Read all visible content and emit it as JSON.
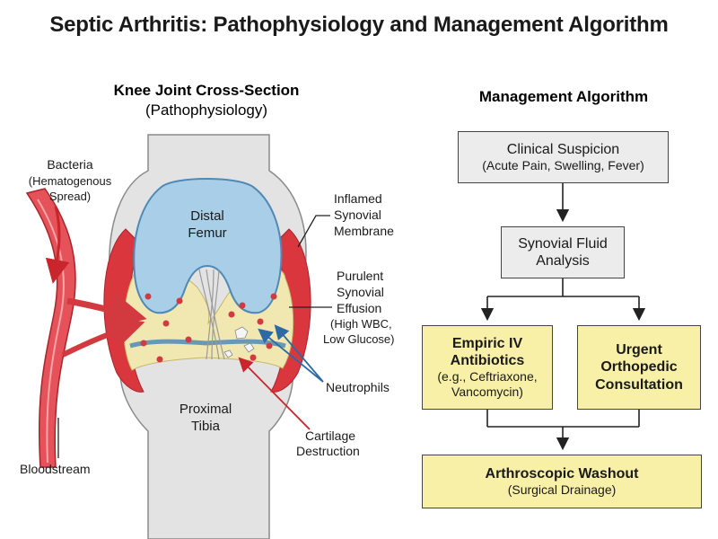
{
  "title": "Septic Arthritis: Pathophysiology and Management Algorithm",
  "left_panel": {
    "heading": "Knee Joint Cross-Section",
    "subheading": "(Pathophysiology)",
    "bones": {
      "femur_line1": "Distal",
      "femur_line2": "Femur",
      "tibia_line1": "Proximal",
      "tibia_line2": "Tibia"
    },
    "labels": {
      "bacteria_1": "Bacteria",
      "bacteria_2": "(Hematogenous",
      "bacteria_3": "Spread)",
      "bloodstream": "Bloodstream",
      "inflamed_1": "Inflamed",
      "inflamed_2": "Synovial",
      "inflamed_3": "Membrane",
      "purulent_1": "Purulent",
      "purulent_2": "Synovial",
      "purulent_3": "Effusion",
      "purulent_4": "(High WBC,",
      "purulent_5": "Low Glucose)",
      "neutrophils": "Neutrophils",
      "cartilage_1": "Cartilage",
      "cartilage_2": "Destruction"
    }
  },
  "right_panel": {
    "heading": "Management Algorithm",
    "suspicion": {
      "line1": "Clinical Suspicion",
      "line2": "(Acute Pain, Swelling, Fever)"
    },
    "analysis": {
      "line1": "Synovial Fluid",
      "line2": "Analysis"
    },
    "antibiotics": {
      "line1": "Empiric IV",
      "line2": "Antibiotics",
      "line3": "(e.g., Ceftriaxone,",
      "line4": "Vancomycin)"
    },
    "consult": {
      "line1": "Urgent",
      "line2": "Orthopedic",
      "line3": "Consultation"
    },
    "washout": {
      "line1": "Arthroscopic Washout",
      "line2": "(Surgical Drainage)"
    }
  },
  "colors": {
    "femur": "#a9cfe8",
    "bone_outer": "#e3e3e3",
    "synovium": "#d9363e",
    "effusion": "#f1e7b0",
    "box_grey": "#ececec",
    "box_yellow": "#f7f0a6",
    "arrow_red": "#c8262c",
    "arrow_blue": "#2d6aa3"
  }
}
